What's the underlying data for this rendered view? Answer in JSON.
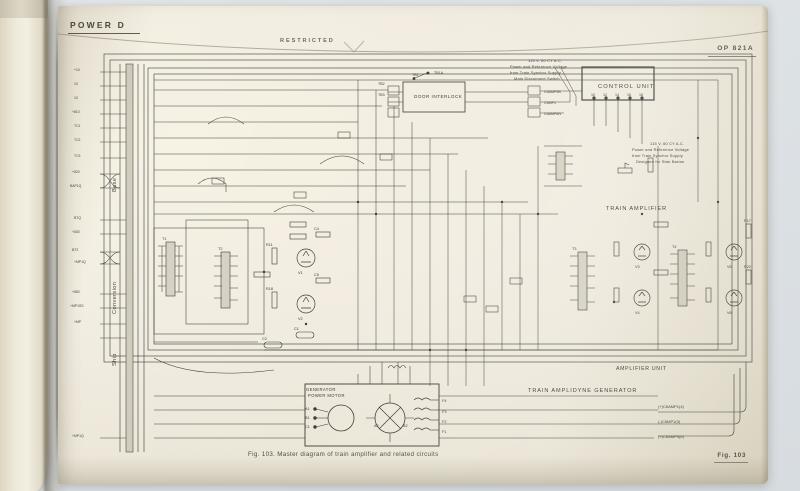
{
  "document": {
    "running_head": "POWER D",
    "classification": "RESTRICTED",
    "publication_number": "OP 821A",
    "caption": "Fig. 103.  Master diagram of train amplifier and related circuits",
    "figure_label": "Fig. 103"
  },
  "diagram": {
    "title": "Master diagram of train amplifier and related circuits",
    "blocks": [
      {
        "name": "control-unit",
        "label": "CONTROL UNIT"
      },
      {
        "name": "door-interlock",
        "label": "DOOR INTERLOCK"
      },
      {
        "name": "train-amplifier",
        "label": "TRAIN AMPLIFIER"
      },
      {
        "name": "amplifier-unit",
        "label": "AMPLIFIER UNIT"
      },
      {
        "name": "generator-power-motor",
        "label": "GENERATOR POWER MOTOR"
      },
      {
        "name": "train-amplidyne-generator",
        "label": "TRAIN AMPLIDYNE GENERATOR"
      }
    ],
    "notes": [
      {
        "name": "supply-note-top",
        "lines": [
          "115 V, 60 CY A.C.",
          "Power and Reference Voltage",
          "from Train Synchro Supply",
          "Main Disconnect Switch"
        ]
      },
      {
        "name": "supply-note-right",
        "lines": [
          "115 V, 60 CY A.C.",
          "Power and Reference Voltage",
          "from Train Synchro Supply",
          "Designed for Stan Barton"
        ]
      }
    ],
    "column_labels": [
      "Base",
      "Conversion",
      "Ship"
    ],
    "terminal_board_labels": [
      "TB1",
      "TB1A",
      "TB2",
      "TB3"
    ],
    "control_unit_terminals": [
      "10",
      "12",
      "14",
      "16",
      "18"
    ],
    "interlock_terminals": [
      "30",
      "34",
      "37"
    ],
    "interlock_signals": [
      "C6AMP5B",
      "C6MP1",
      "C6AMP6N"
    ],
    "motor_terminals": [
      "A1",
      "B1",
      "C1"
    ],
    "amplidyne_terminals": [
      "A2",
      "B2",
      "F1",
      "F2",
      "F3",
      "F4"
    ],
    "output_signals": [
      "(+)C6AMP1(4)",
      "(-)C6MP1(3)",
      "(+)C6AMP5(6)"
    ],
    "tubes": [
      "V1",
      "V2",
      "V3",
      "V4",
      "V5",
      "V6"
    ],
    "components": [
      "R11",
      "R18",
      "R17",
      "R22",
      "C1",
      "C2",
      "C4",
      "C5",
      "T1",
      "T2",
      "T3",
      "T4"
    ],
    "left_terminal_labels": [
      "+10",
      "10",
      "10",
      "+810",
      "TC1",
      "TC2",
      "TC3",
      "+820",
      "BAP1Q",
      "BTQ",
      "+830",
      "BT2",
      "+MP1Q",
      "+850",
      "+MP1SS",
      "+MP",
      "+MP1Q"
    ]
  },
  "colors": {
    "paper": "#f2eee0",
    "ink": "#3b3a36",
    "backdrop": "#dfe3e6",
    "gutter_shadow": "#4a4434"
  }
}
